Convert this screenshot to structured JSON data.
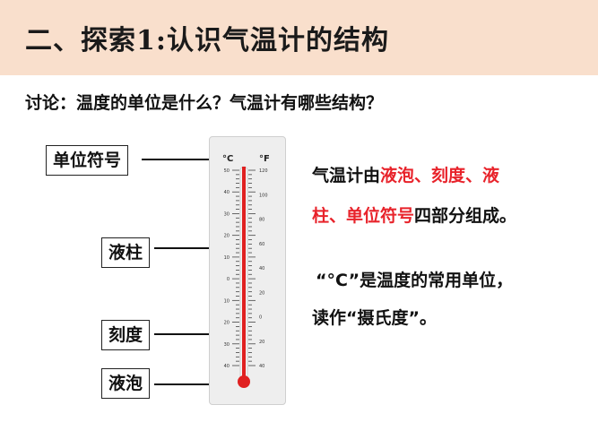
{
  "title": "二、探索1:认识气温计的结构",
  "question": "讨论：温度的单位是什么？气温计有哪些结构？",
  "labels": {
    "unit_symbol": "单位符号",
    "liquid_column": "液柱",
    "scale": "刻度",
    "bulb": "液泡"
  },
  "thermometer": {
    "unit_c": "°C",
    "unit_f": "°F",
    "celsius_ticks": [
      "50",
      "40",
      "30",
      "20",
      "10",
      "0",
      "10",
      "20",
      "30",
      "40"
    ],
    "fahrenheit_ticks": [
      "120",
      "100",
      "80",
      "60",
      "40",
      "20",
      "0",
      "20",
      "40"
    ],
    "liquid_color": "#e02020"
  },
  "paragraph1": {
    "prefix": "气温计由",
    "part1": "液泡、刻度、液",
    "part2": "柱、单位符号",
    "suffix": "四部分组成。"
  },
  "paragraph2": {
    "line1": "“°C”是温度的常用单位，",
    "line2": "读作“摄氏度”。"
  },
  "colors": {
    "accent_red": "#e8232b",
    "title_bg": "#f9dfcc"
  }
}
